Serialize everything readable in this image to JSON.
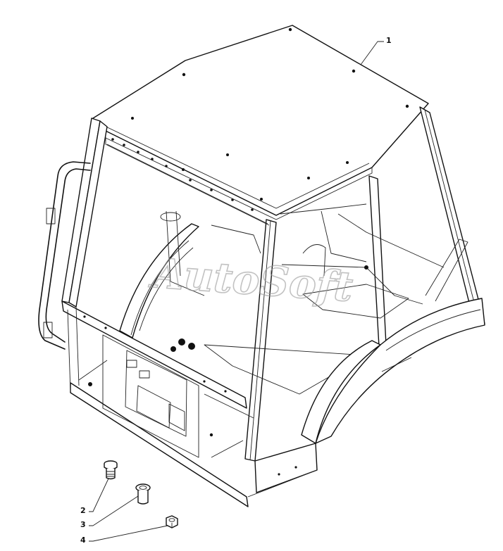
{
  "callouts": [
    {
      "id": "1",
      "label": "1"
    },
    {
      "id": "2",
      "label": "2"
    },
    {
      "id": "3",
      "label": "3"
    },
    {
      "id": "4",
      "label": "4"
    }
  ],
  "watermark": {
    "text": "AutoSoft"
  },
  "colors": {
    "line": "#111111",
    "background": "#ffffff",
    "watermark": "#9a9a9a"
  }
}
